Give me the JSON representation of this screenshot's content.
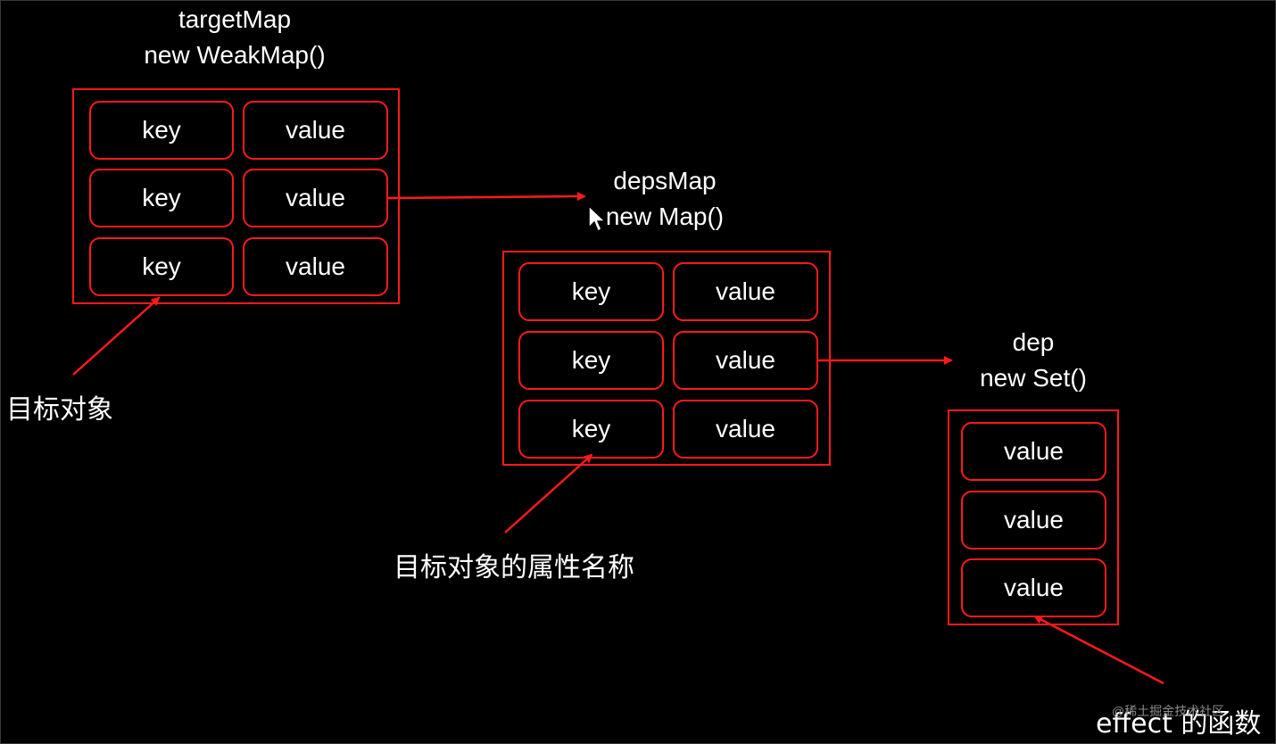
{
  "colors": {
    "accent": "#ff1a1a",
    "background": "#000000",
    "text": "#ffffff"
  },
  "targetMap": {
    "name": "targetMap",
    "ctor": "new WeakMap()",
    "rows": [
      {
        "key": "key",
        "value": "value"
      },
      {
        "key": "key",
        "value": "value"
      },
      {
        "key": "key",
        "value": "value"
      }
    ],
    "annotation": "目标对象"
  },
  "depsMap": {
    "name": "depsMap",
    "ctor": "new Map()",
    "rows": [
      {
        "key": "key",
        "value": "value"
      },
      {
        "key": "key",
        "value": "value"
      },
      {
        "key": "key",
        "value": "value"
      }
    ],
    "annotation": "目标对象的属性名称"
  },
  "dep": {
    "name": "dep",
    "ctor": "new Set()",
    "values": [
      "value",
      "value",
      "value"
    ],
    "annotation": "effect 的函数"
  },
  "watermark": "@稀土掘金技术社区",
  "cursor_icon": "mouse-pointer-icon"
}
